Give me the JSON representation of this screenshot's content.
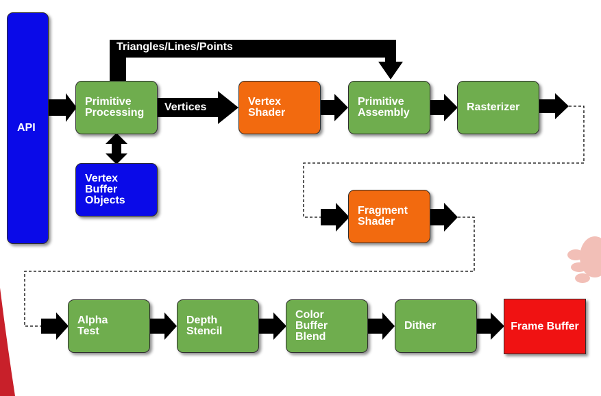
{
  "colors": {
    "processing_stage": "#6fad4e",
    "programmable_shader": "#f26a0f",
    "api_and_buffers": "#0a0ae8",
    "frame_buffer": "#f01212",
    "arrow": "#000000"
  },
  "nodes": {
    "api": "API",
    "primitive_processing": "Primitive\nProcessing",
    "vertex_buffer_objects": "Vertex\nBuffer\nObjects",
    "vertex_shader": "Vertex\nShader",
    "primitive_assembly": "Primitive\nAssembly",
    "rasterizer": "Rasterizer",
    "fragment_shader": "Fragment\nShader",
    "alpha_test": "Alpha\nTest",
    "depth_stencil": "Depth\nStencil",
    "color_buffer_blend": "Color\nBuffer\nBlend",
    "dither": "Dither",
    "frame_buffer": "Frame Buffer"
  },
  "edges": {
    "bypass_label": "Triangles/Lines/Points",
    "vertices_label": "Vertices"
  }
}
